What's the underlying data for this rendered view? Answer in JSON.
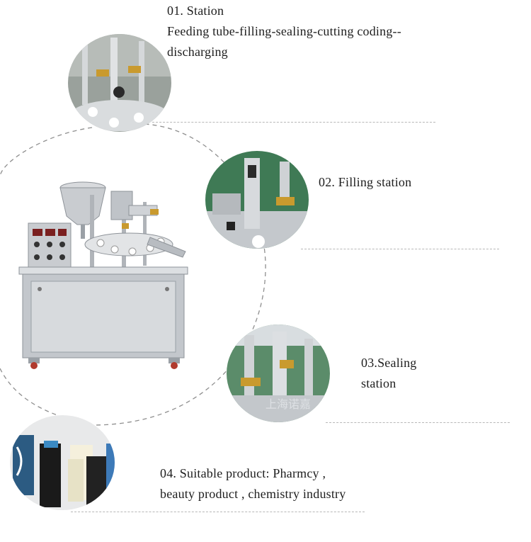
{
  "stations": [
    {
      "title": "01. Station",
      "lines": [
        "Feeding tube-filling-sealing-cutting coding--",
        "discharging"
      ]
    },
    {
      "title": "02. Filling station",
      "lines": []
    },
    {
      "title": "03.Sealing",
      "lines": [
        "station"
      ]
    },
    {
      "title": "04. Suitable product: Pharmcy ,",
      "lines": [
        "beauty product , chemistry industry"
      ]
    }
  ],
  "watermark": "上海诺嘉",
  "colors": {
    "steel": "#c9ccd0",
    "steel_dark": "#8e9399",
    "green_wall": "#3f7a55",
    "brass": "#c99a2e",
    "dash": "#9a9a9a"
  }
}
